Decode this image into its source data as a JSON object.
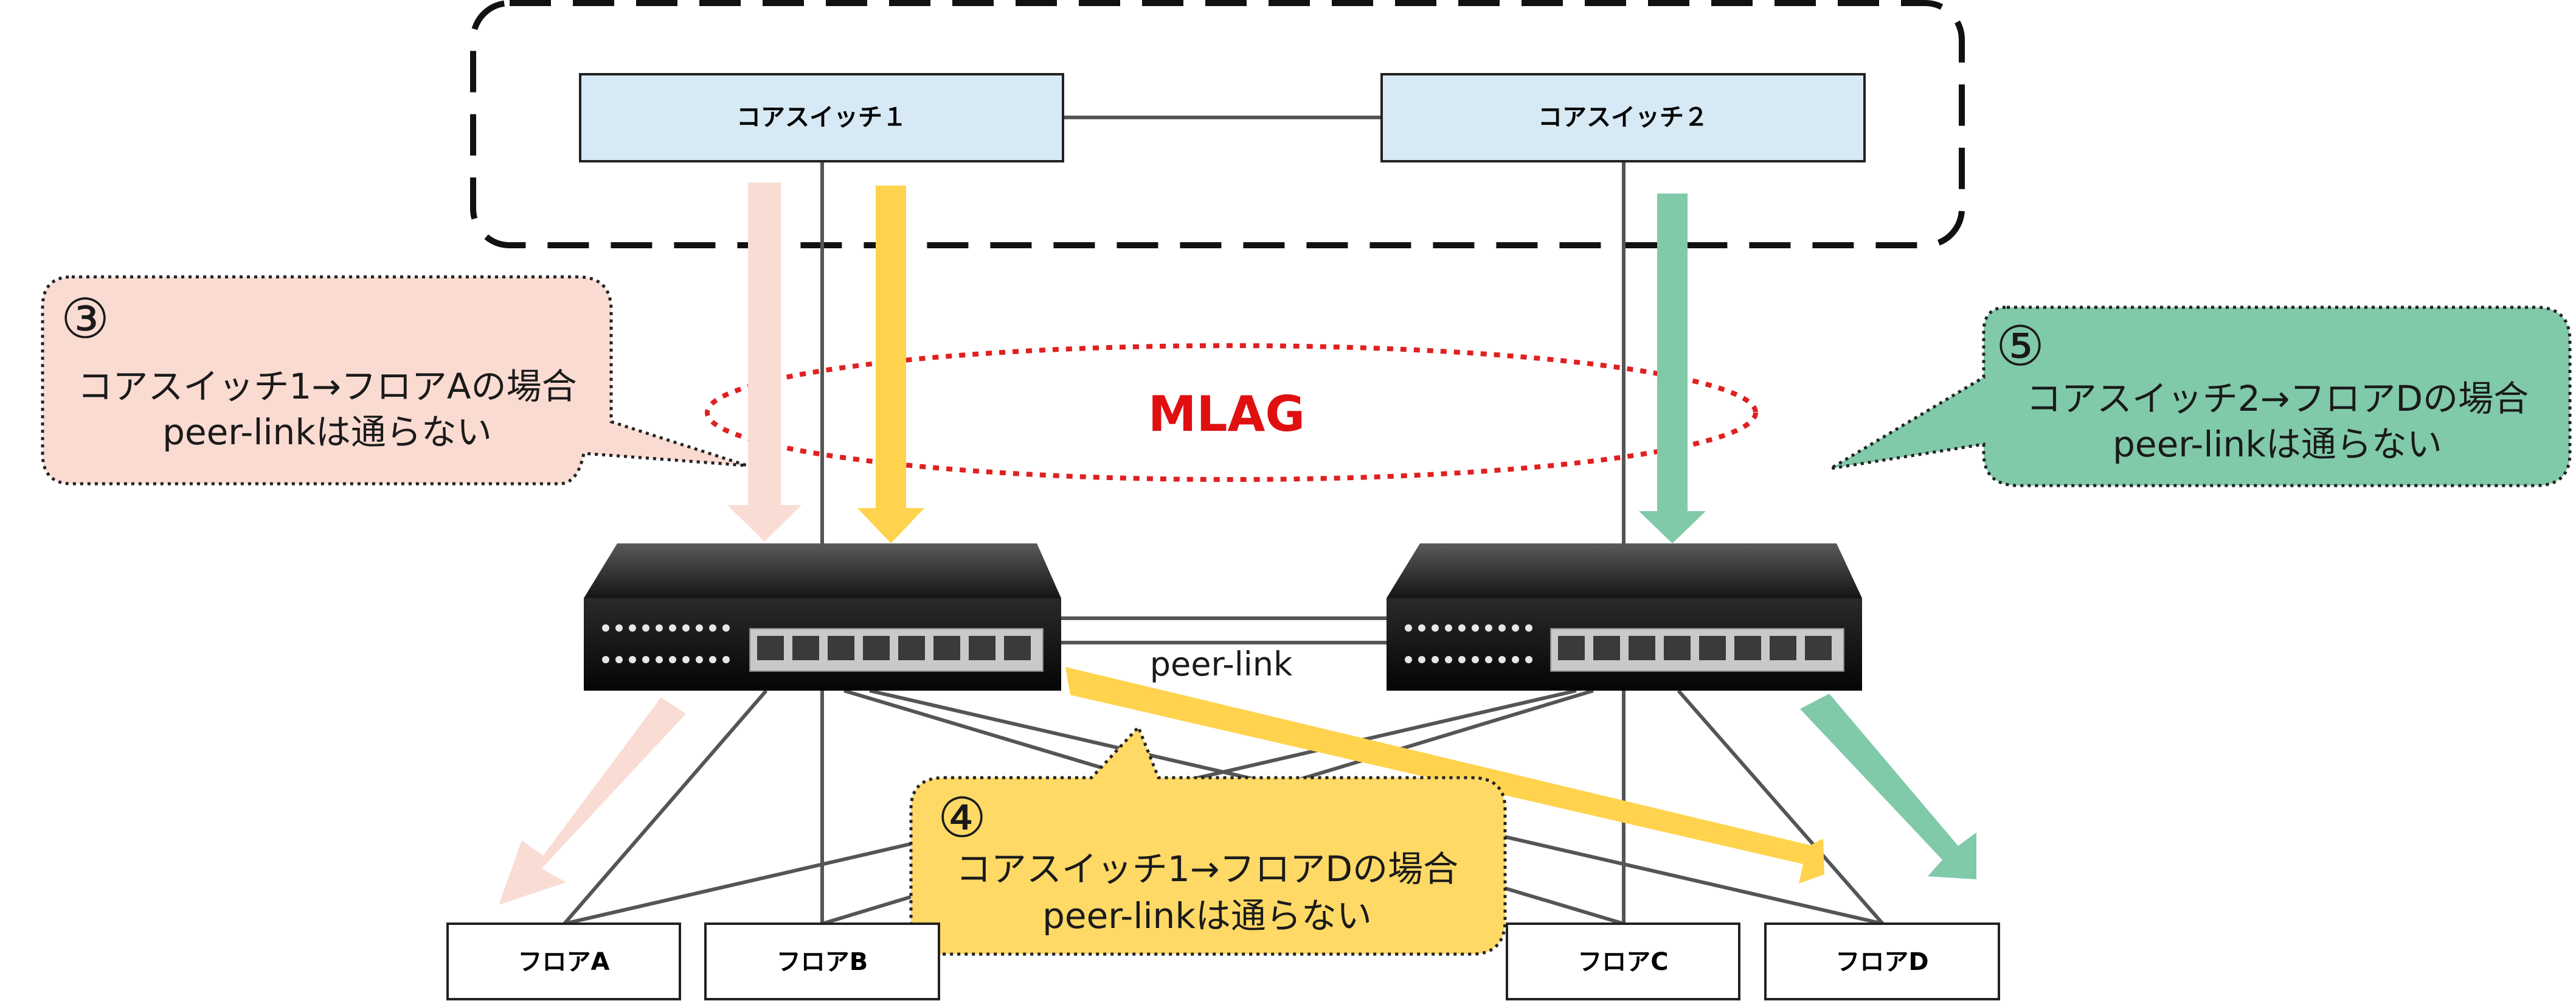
{
  "core_switches": [
    {
      "label": "コアスイッチ１"
    },
    {
      "label": "コアスイッチ２"
    }
  ],
  "mlag_label": "MLAG",
  "peer_link_label": "peer-link",
  "floors": [
    {
      "label": "フロアA"
    },
    {
      "label": "フロアB"
    },
    {
      "label": "フロアC"
    },
    {
      "label": "フロアD"
    }
  ],
  "callouts": [
    {
      "number": "③",
      "line1": "コアスイッチ1→フロアAの場合",
      "line2": "peer-linkは通らない",
      "fill": "#fadbd2"
    },
    {
      "number": "④",
      "line1": "コアスイッチ1→フロアDの場合",
      "line2": "peer-linkは通らない",
      "fill": "#ffd966"
    },
    {
      "number": "⑤",
      "line1": "コアスイッチ2→フロアDの場合",
      "line2": "peer-linkは通らない",
      "fill": "#80c9a9"
    }
  ],
  "colors": {
    "core_box": "#d6e9f5",
    "mlag_ring": "#e02020",
    "arrow_pink": "#f9ddd4",
    "arrow_yellow": "#ffd34d",
    "arrow_green": "#80c9a9",
    "link_line": "#555555"
  }
}
